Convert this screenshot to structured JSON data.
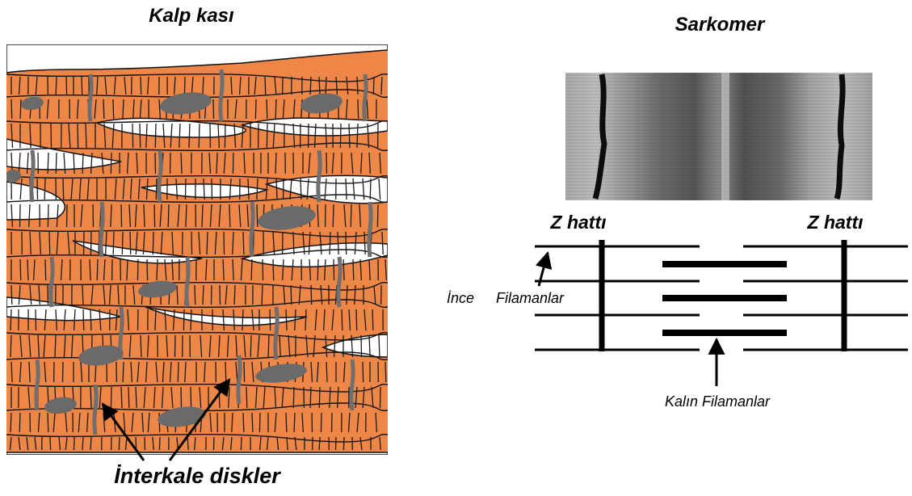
{
  "left_panel": {
    "title": "Kalp kası",
    "annotation": "İnterkale diskler"
  },
  "right_panel": {
    "title": "Sarkomer",
    "z_line_left": "Z hattı",
    "z_line_right": "Z hattı",
    "thin_label_a": "İnce",
    "thin_label_b": "Filamanlar",
    "thick_label": "Kalın Filamanlar"
  },
  "colors": {
    "muscle_fill": "#ee8647",
    "striation": "#1a1a1a",
    "disk": "#6f6f6f",
    "nucleus": "#6a6a6a",
    "outline": "#111111"
  }
}
